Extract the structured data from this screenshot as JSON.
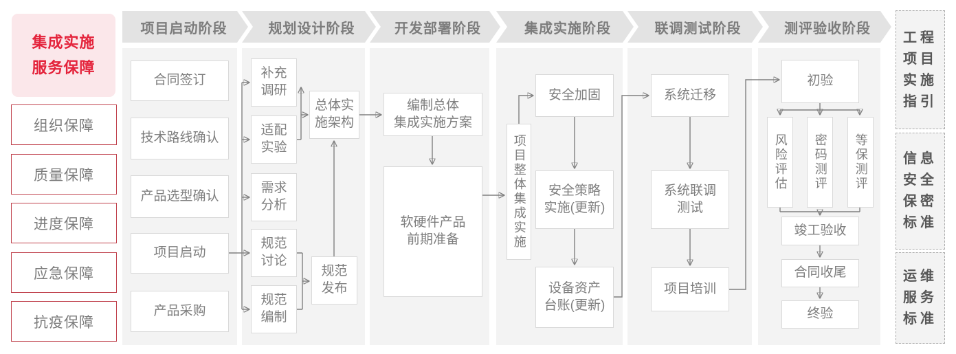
{
  "left_panel": {
    "title": "集成实施\n服务保障",
    "items": [
      "组织保障",
      "质量保障",
      "进度保障",
      "应急保障",
      "抗疫保障"
    ]
  },
  "phases": [
    "项目启动阶段",
    "规划设计阶段",
    "开发部署阶段",
    "集成实施阶段",
    "联调测试阶段",
    "测评验收阶段"
  ],
  "flow": {
    "start": [
      "合同签订",
      "技术路线确认",
      "产品选型确认",
      "项目启动",
      "产品采购"
    ],
    "planning": {
      "inputs": [
        "补充\n调研",
        "适配\n实验",
        "需求\n分析",
        "规范\n讨论",
        "规范\n编制"
      ],
      "architecture": "总体实\n施架构",
      "release": "规范\n发布"
    },
    "development": {
      "plan": "编制总体\n集成实施方案",
      "preparation": "软硬件产品\n前期准备"
    },
    "implementation": {
      "overall": "项目整体集成实施",
      "steps": [
        "安全加固",
        "安全策略\n实施(更新)",
        "设备资产\n台账(更新)"
      ]
    },
    "testing": {
      "steps": [
        "系统迁移",
        "系统联调\n测试",
        "项目培训"
      ]
    },
    "acceptance": {
      "initial": "初验",
      "evaluations": [
        "风险评估",
        "密码测评",
        "等保测评"
      ],
      "steps": [
        "竣工验收",
        "合同收尾",
        "终验"
      ]
    }
  },
  "right_panel": {
    "items": [
      "工程\n项目\n实施\n指引",
      "信息\n安全\n保密\n标准",
      "运维\n服务\n标准"
    ]
  },
  "colors": {
    "accent_red": "#e4233b",
    "legend_border_red": "#c0424d",
    "legend_pink_bg": "#fbe7ea",
    "phase_band_gray": "#e3e3e3",
    "column_bg_gray": "#f3f3f3",
    "box_border_gray": "#d9d9d9",
    "text_gray": "#7f7f7f",
    "arrow_gray": "#808080"
  }
}
